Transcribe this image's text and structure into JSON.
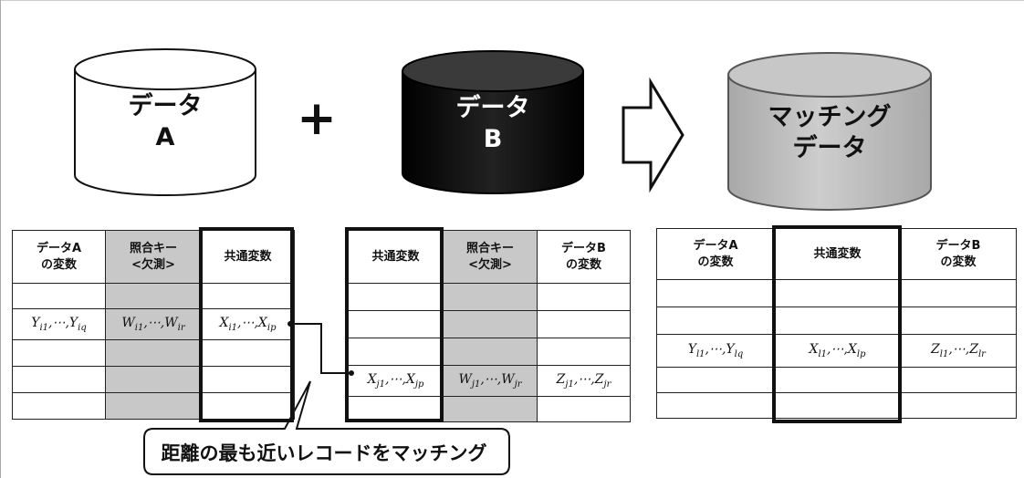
{
  "cylinders": {
    "a": {
      "line1": "データ",
      "line2": "A"
    },
    "b": {
      "line1": "データ",
      "line2": "B"
    },
    "match": {
      "line1": "マッチング",
      "line2": "データ"
    }
  },
  "plus": "+",
  "table_a": {
    "headers": [
      "データA\nの変数",
      "照合キー\n<欠測>",
      "共通変数"
    ],
    "row_values": [
      "Y_{i1},⋯,Y_{iq}",
      "W_{i1},⋯,W_{ir}",
      "X_{i1},⋯,X_{ip}"
    ]
  },
  "table_b": {
    "headers": [
      "共通変数",
      "照合キー\n<欠測>",
      "データB\nの変数"
    ],
    "row_values": [
      "X_{j1},⋯,X_{jp}",
      "W_{j1},⋯,W_{jr}",
      "Z_{j1},⋯,Z_{jr}"
    ]
  },
  "table_m": {
    "headers": [
      "データA\nの変数",
      "共通変数",
      "データB\nの変数"
    ],
    "row_values": [
      "Y_{l1},⋯,Y_{lq}",
      "X_{l1},⋯,X_{lp}",
      "Z_{l1},⋯,Z_{lr}"
    ]
  },
  "callout": "距離の最も近いレコードをマッチング",
  "colors": {
    "cylinder_b": "#000000",
    "cylinder_match": "#bdbdbd",
    "key_column": "#c8c8c8"
  }
}
